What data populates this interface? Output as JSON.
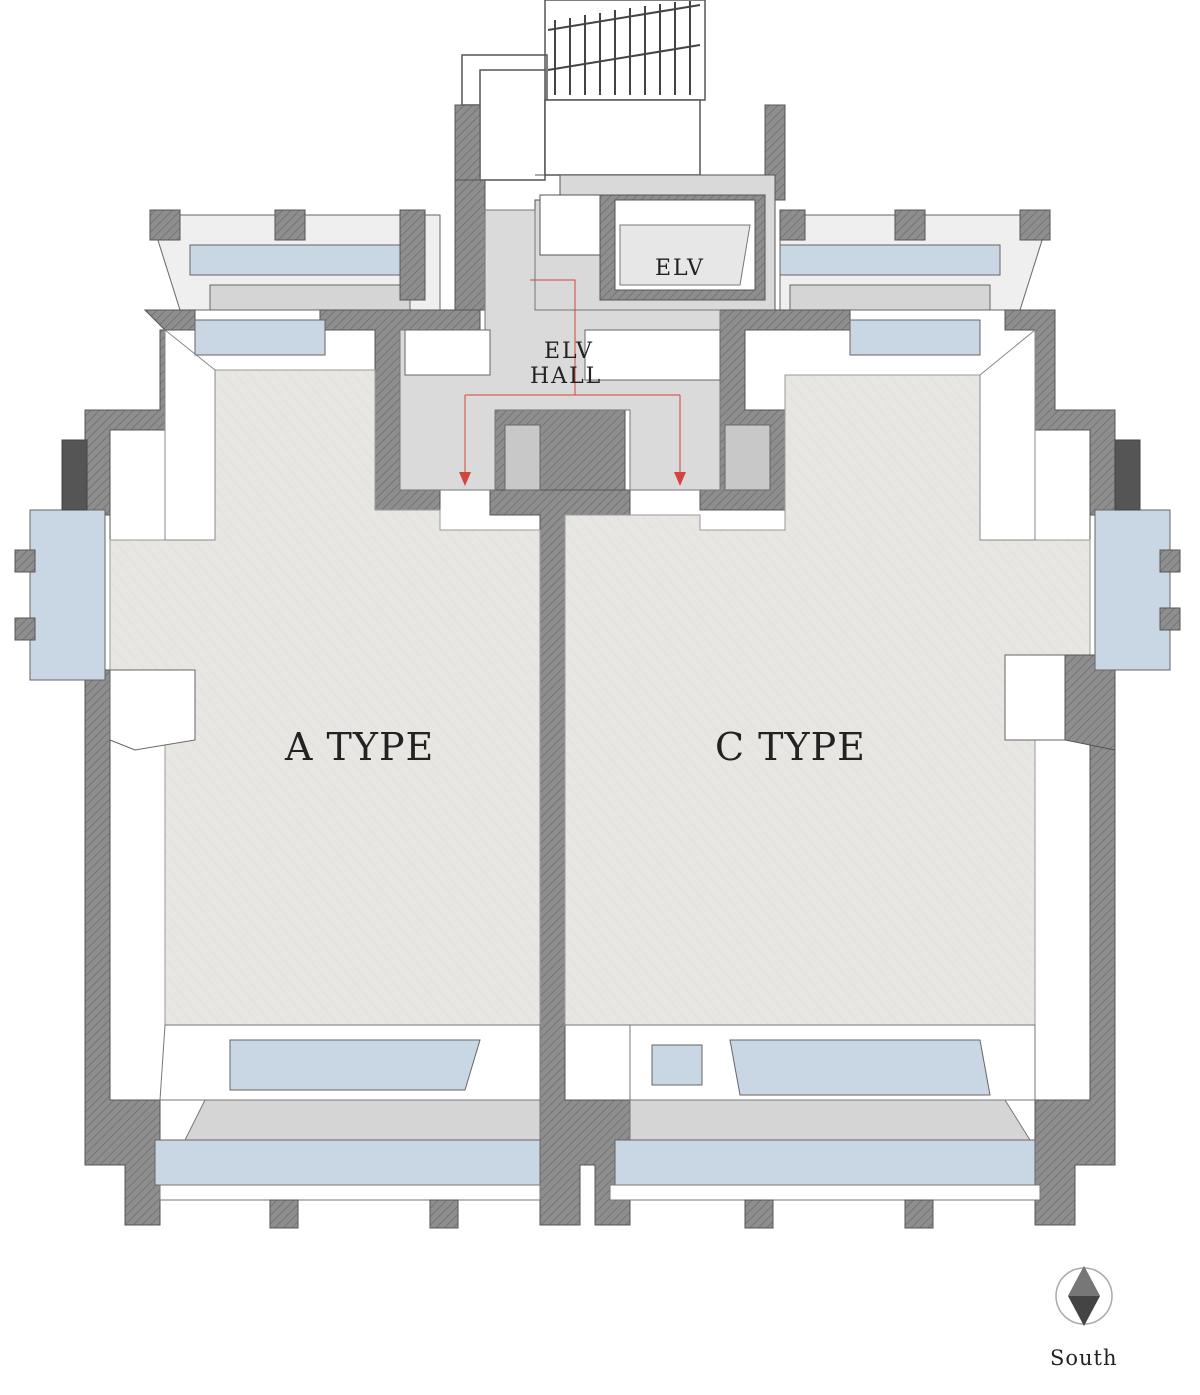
{
  "labels": {
    "elv": "ELV",
    "elv_hall_line1": "ELV",
    "elv_hall_line2": "HALL",
    "unit_a": "A TYPE",
    "unit_c": "C TYPE",
    "compass": "South"
  },
  "colors": {
    "wall": "#8e8e8e",
    "wall_dark": "#7a7a7a",
    "floor": "#e8e6e2",
    "hall_floor": "#dcdcdc",
    "glass": "#c9d6e3",
    "accent_arrow": "#d2453e",
    "background": "#ffffff"
  },
  "icons": {
    "compass": "compass-diamond-icon"
  }
}
